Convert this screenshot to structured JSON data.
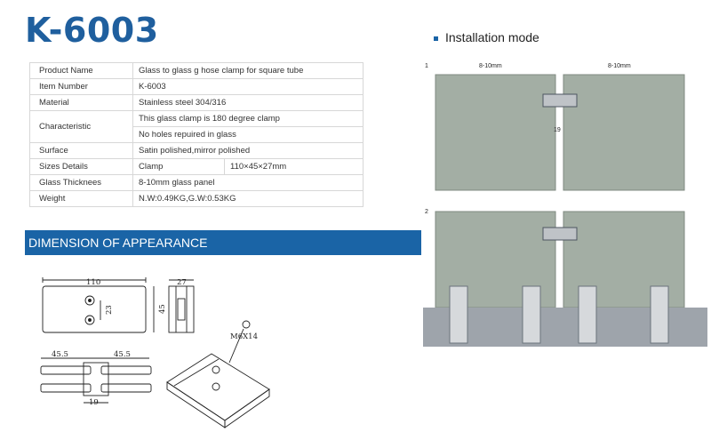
{
  "title": "K-6003",
  "specs": {
    "product_name": {
      "label": "Product Name",
      "value": "Glass to glass g hose clamp for square tube"
    },
    "item_number": {
      "label": "Item Number",
      "value": "K-6003"
    },
    "material": {
      "label": "Material",
      "value": "Stainless steel 304/316"
    },
    "characteristic": {
      "label": "Characteristic",
      "value1": "This glass clamp is 180   degree clamp",
      "value2": "No holes repuired in glass"
    },
    "surface": {
      "label": "Surface",
      "value": "Satin polished,mirror polished"
    },
    "sizes": {
      "label": "Sizes Details",
      "value": "Clamp",
      "value2": "110×45×27mm"
    },
    "glass": {
      "label": "Glass Thicknees",
      "value": "8-10mm glass panel"
    },
    "weight": {
      "label": "Weight",
      "value": "N.W:0.49KG,G.W:0.53KG"
    }
  },
  "dimension_banner": "DIMENSION OF APPEARANCE",
  "dimensions": {
    "front_width": "110",
    "front_hole_spacing": "23",
    "front_height": "45",
    "side_width": "27",
    "screw": "M6X14",
    "top_left": "45.5",
    "top_right": "45.5",
    "top_gap": "19"
  },
  "installation": {
    "heading": "Installation mode",
    "fig1": {
      "num": "1",
      "gap_left": "8-10mm",
      "gap_right": "8-10mm",
      "gap_mid": "19"
    },
    "fig2": {
      "num": "2"
    }
  },
  "colors": {
    "brand_blue": "#1a64a6",
    "glass": "#a3aea4",
    "title_blue": "#1f5f9e"
  }
}
